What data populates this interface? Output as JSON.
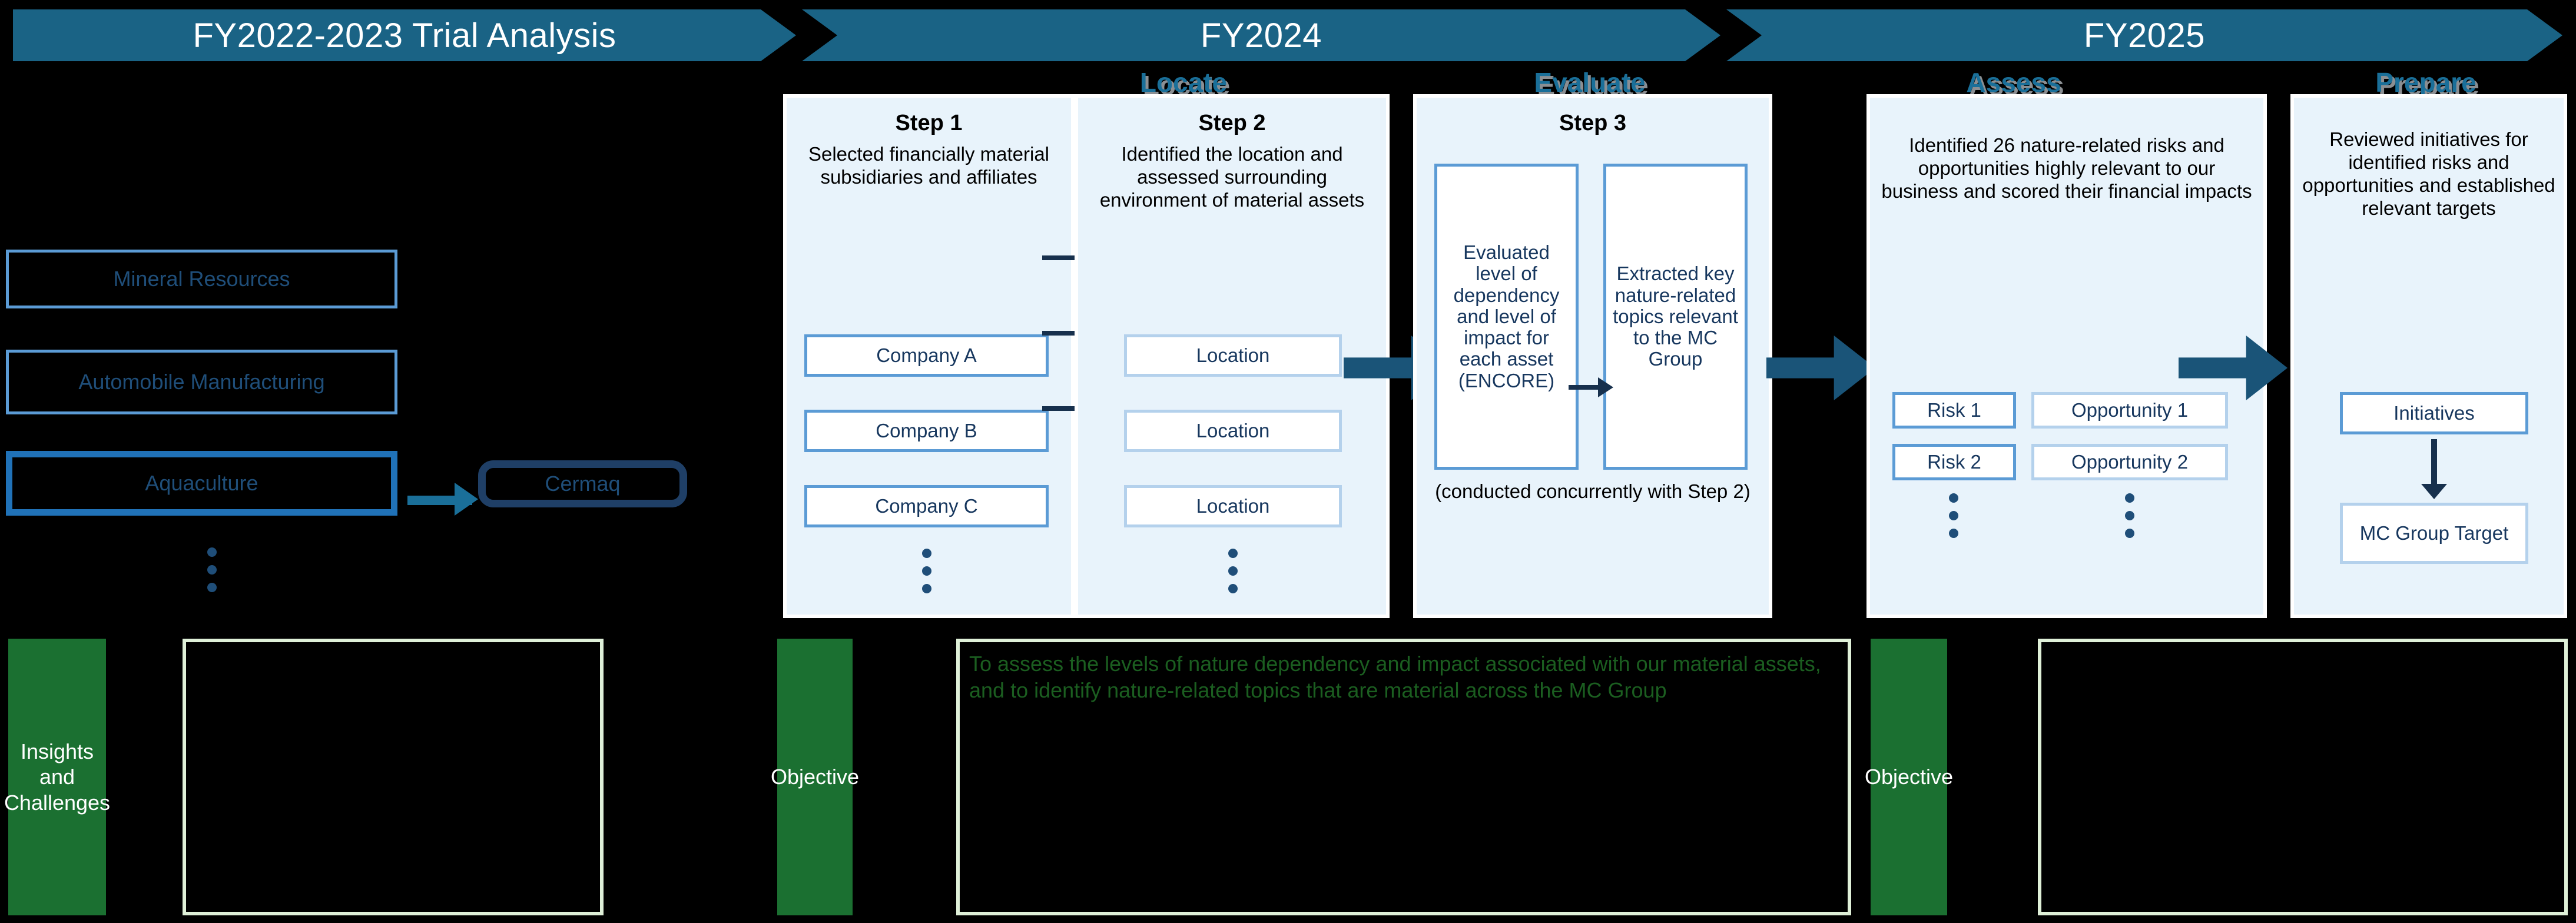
{
  "timeline": {
    "bands": [
      {
        "label": "FY2022-2023 Trial Analysis"
      },
      {
        "label": "FY2024"
      },
      {
        "label": "FY2025"
      }
    ]
  },
  "stages": [
    {
      "label": "Locate"
    },
    {
      "label": "Evaluate"
    },
    {
      "label": "Assess"
    },
    {
      "label": "Prepare"
    }
  ],
  "left_segments": {
    "items": [
      {
        "label": "Mineral Resources"
      },
      {
        "label": "Automobile Manufacturing"
      },
      {
        "label": "Aquaculture"
      }
    ],
    "subsidiary": {
      "label": "Cermaq"
    }
  },
  "steps": {
    "step1": {
      "title": "Step 1",
      "description": "Selected financially material subsidiaries and affiliates",
      "items": [
        {
          "label": "Company A"
        },
        {
          "label": "Company B"
        },
        {
          "label": "Company C"
        }
      ]
    },
    "step2": {
      "title": "Step 2",
      "description": "Identified the location and assessed surrounding environment of material assets",
      "items": [
        {
          "label": "Location"
        },
        {
          "label": "Location"
        },
        {
          "label": "Location"
        }
      ]
    },
    "step3": {
      "title": "Step 3",
      "boxes": [
        {
          "label": "Evaluated level of dependency and level of impact for each asset (ENCORE)"
        },
        {
          "label": "Extracted key nature-related topics relevant to the MC Group"
        }
      ],
      "note": "(conducted concurrently with Step 2)"
    },
    "assess": {
      "description": "Identified 26 nature-related risks and opportunities highly relevant to our business and scored their financial impacts",
      "risks": [
        {
          "label": "Risk 1"
        },
        {
          "label": "Risk 2"
        }
      ],
      "opportunities": [
        {
          "label": "Opportunity 1"
        },
        {
          "label": "Opportunity 2"
        }
      ]
    },
    "prepare": {
      "description": "Reviewed initiatives for identified risks and opportunities and established relevant targets",
      "initiatives": {
        "label": "Initiatives"
      },
      "target": {
        "label": "MC Group Target"
      }
    }
  },
  "bottom_row": {
    "insights_label": "Insights and Challenges",
    "insights_body": "",
    "objective_label_1": "Objective",
    "objective_body_1": "To assess the levels of nature dependency and impact associated with our material assets, and to identify nature-related topics that are material across the MC Group",
    "objective_label_2": "Objective",
    "objective_body_2": ""
  },
  "colors": {
    "band_teal": "#1a6385",
    "panel_blue": "#e8f3fb",
    "chip_border_dark": "#5b9bd5",
    "chip_border_light": "#b4d1ec",
    "navy_text": "#17375e",
    "green": "#1b7031",
    "green_text": "#1b5e20",
    "arrow_teal": "#1a5478"
  }
}
